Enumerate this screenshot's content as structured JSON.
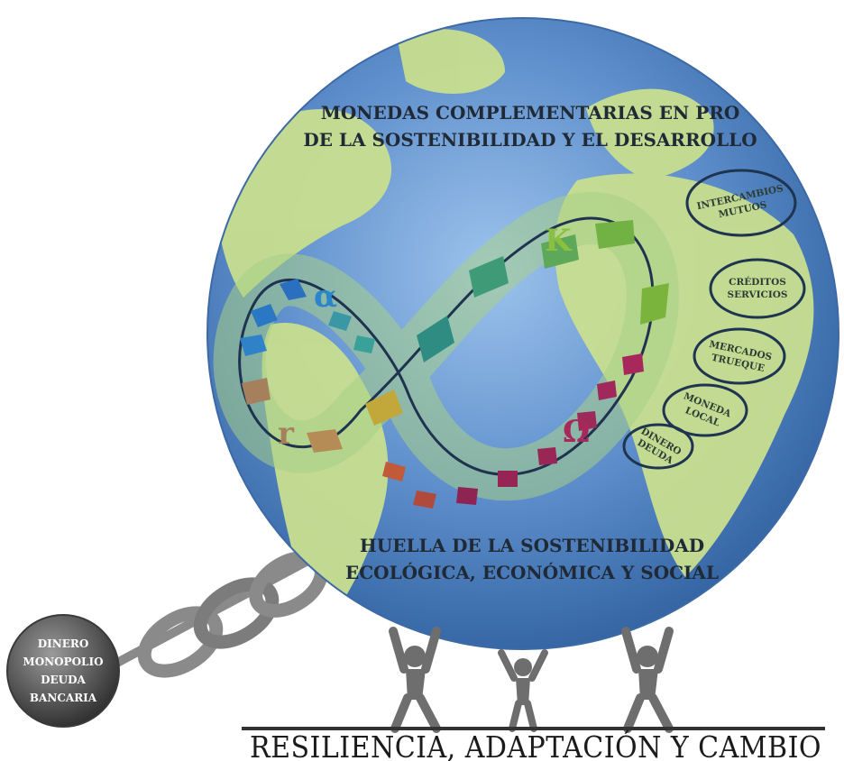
{
  "title": {
    "line1": "MONEDAS COMPLEMENTARIAS EN PRO",
    "line2": "DE LA SOSTENIBILIDAD Y EL DESARROLLO"
  },
  "footprint": {
    "line1": "HUELLA DE LA SOSTENIBILIDAD",
    "line2": "ECOLÓGICA, ECONÓMICA Y SOCIAL"
  },
  "cycle_phases": {
    "alpha": "α",
    "k": "K",
    "omega": "Ω",
    "r": "r"
  },
  "ovals": [
    {
      "line1": "INTERCAMBIOS",
      "line2": "MUTUOS"
    },
    {
      "line1": "CRÉDITOS",
      "line2": "SERVICIOS"
    },
    {
      "line1": "MERCADOS",
      "line2": "TRUEQUE"
    },
    {
      "line1": "MONEDA",
      "line2": "LOCAL"
    },
    {
      "line1": "DINERO",
      "line2": "DEUDA"
    }
  ],
  "ball": {
    "lines": [
      "DINERO",
      "MONOPOLIO",
      "DEUDA",
      "BANCARIA"
    ]
  },
  "bottom_caption": "RESILIENCIA, ADAPTACIÓN Y CAMBIO",
  "colors": {
    "ocean": "#4f80c0",
    "land": "#c7df8e",
    "alpha": "#2a86c8",
    "k": "#8bbf3f",
    "omega": "#a8285c",
    "r": "#a6805c",
    "chain": "#8a8a8a",
    "figures": "#6e6e6e"
  }
}
